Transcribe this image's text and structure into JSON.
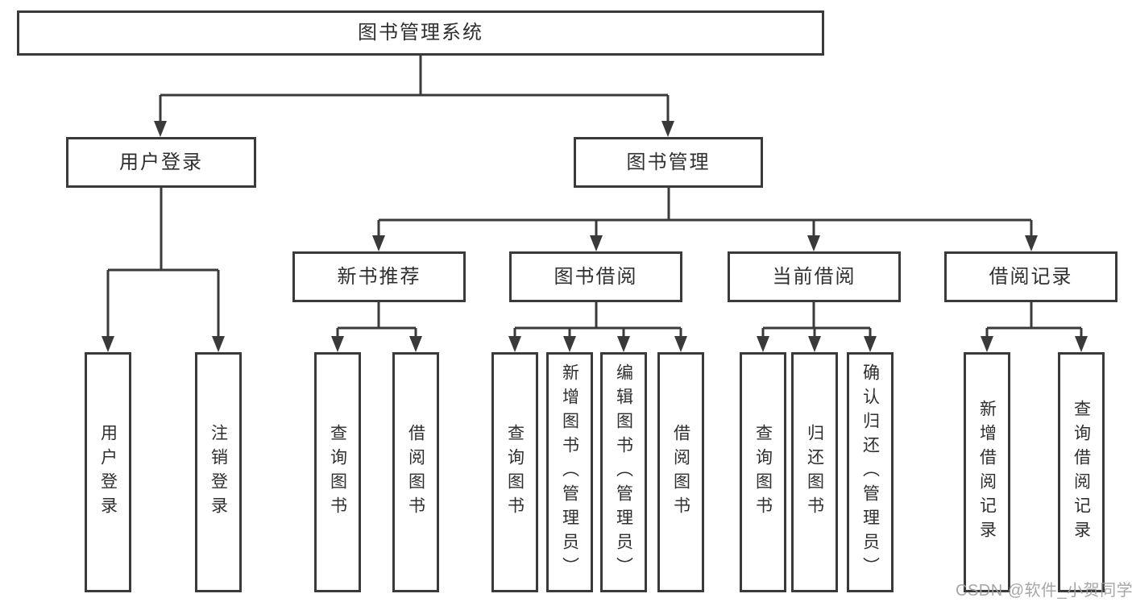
{
  "diagram": {
    "title": "图书管理系统",
    "tree": {
      "label": "图书管理系统",
      "children": [
        {
          "label": "用户登录",
          "children": [
            {
              "label": "用户登录"
            },
            {
              "label": "注销登录"
            }
          ]
        },
        {
          "label": "图书管理",
          "children": [
            {
              "label": "新书推荐",
              "children": [
                {
                  "label": "查询图书"
                },
                {
                  "label": "借阅图书"
                }
              ]
            },
            {
              "label": "图书借阅",
              "children": [
                {
                  "label": "查询图书"
                },
                {
                  "label": "新增图书（管理员）"
                },
                {
                  "label": "编辑图书（管理员）"
                },
                {
                  "label": "借阅图书"
                }
              ]
            },
            {
              "label": "当前借阅",
              "children": [
                {
                  "label": "查询图书"
                },
                {
                  "label": "归还图书"
                },
                {
                  "label": "确认归还（管理员）"
                }
              ]
            },
            {
              "label": "借阅记录",
              "children": [
                {
                  "label": "新增借阅记录"
                },
                {
                  "label": "查询借阅记录"
                }
              ]
            }
          ]
        }
      ]
    },
    "colors": {
      "line": "#3a3a3a",
      "box_border": "#3a3a3a",
      "box_fill": "#ffffff",
      "text": "#2f2f2f",
      "watermark": "#9e9e9e"
    },
    "watermark": "CSDN @软件_小贺同学"
  }
}
